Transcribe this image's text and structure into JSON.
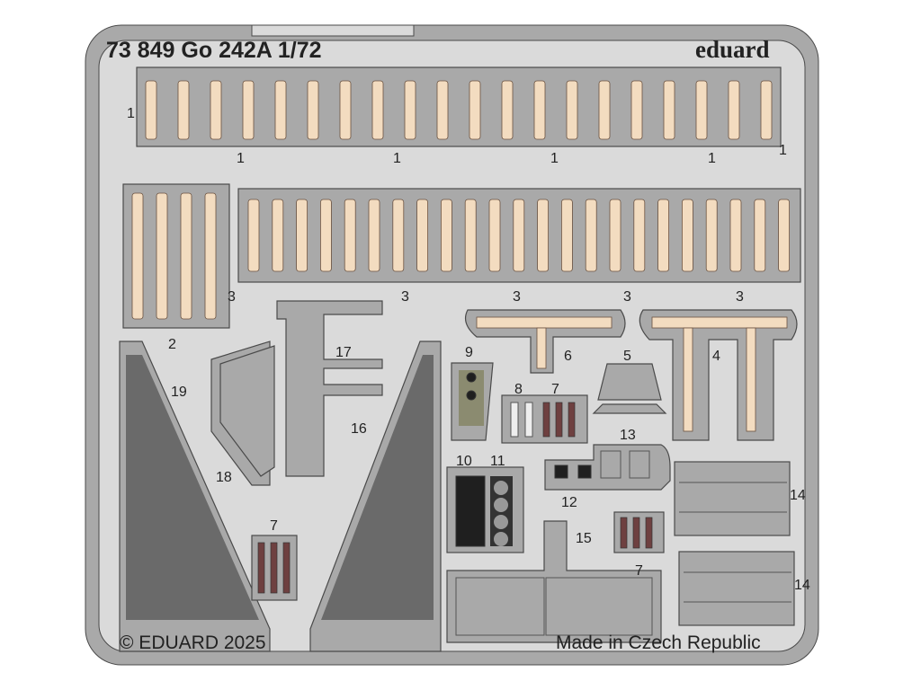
{
  "header": {
    "title": "73 849 Go 242A 1/72",
    "brand": "eduard"
  },
  "footer": {
    "copyright": "© EDUARD 2025",
    "origin": "Made in Czech Republic"
  },
  "part_labels": {
    "p1a": "1",
    "p1b": "1",
    "p1c": "1",
    "p1d": "1",
    "p1e": "1",
    "p1f": "1",
    "p2": "2",
    "p3a": "3",
    "p3b": "3",
    "p3c": "3",
    "p3d": "3",
    "p3e": "3",
    "p4": "4",
    "p5": "5",
    "p6": "6",
    "p7a": "7",
    "p7b": "7",
    "p7c": "7",
    "p8": "8",
    "p9": "9",
    "p10": "10",
    "p11": "11",
    "p12": "12",
    "p13": "13",
    "p14a": "14",
    "p14b": "14",
    "p15": "15",
    "p16": "16",
    "p17": "17",
    "p18": "18",
    "p19": "19"
  },
  "colors": {
    "fret": "#dadada",
    "part": "#a9a9a9",
    "belt": "#f3dcc0",
    "dark": "#1f1f1f",
    "brown": "#6e4040"
  }
}
